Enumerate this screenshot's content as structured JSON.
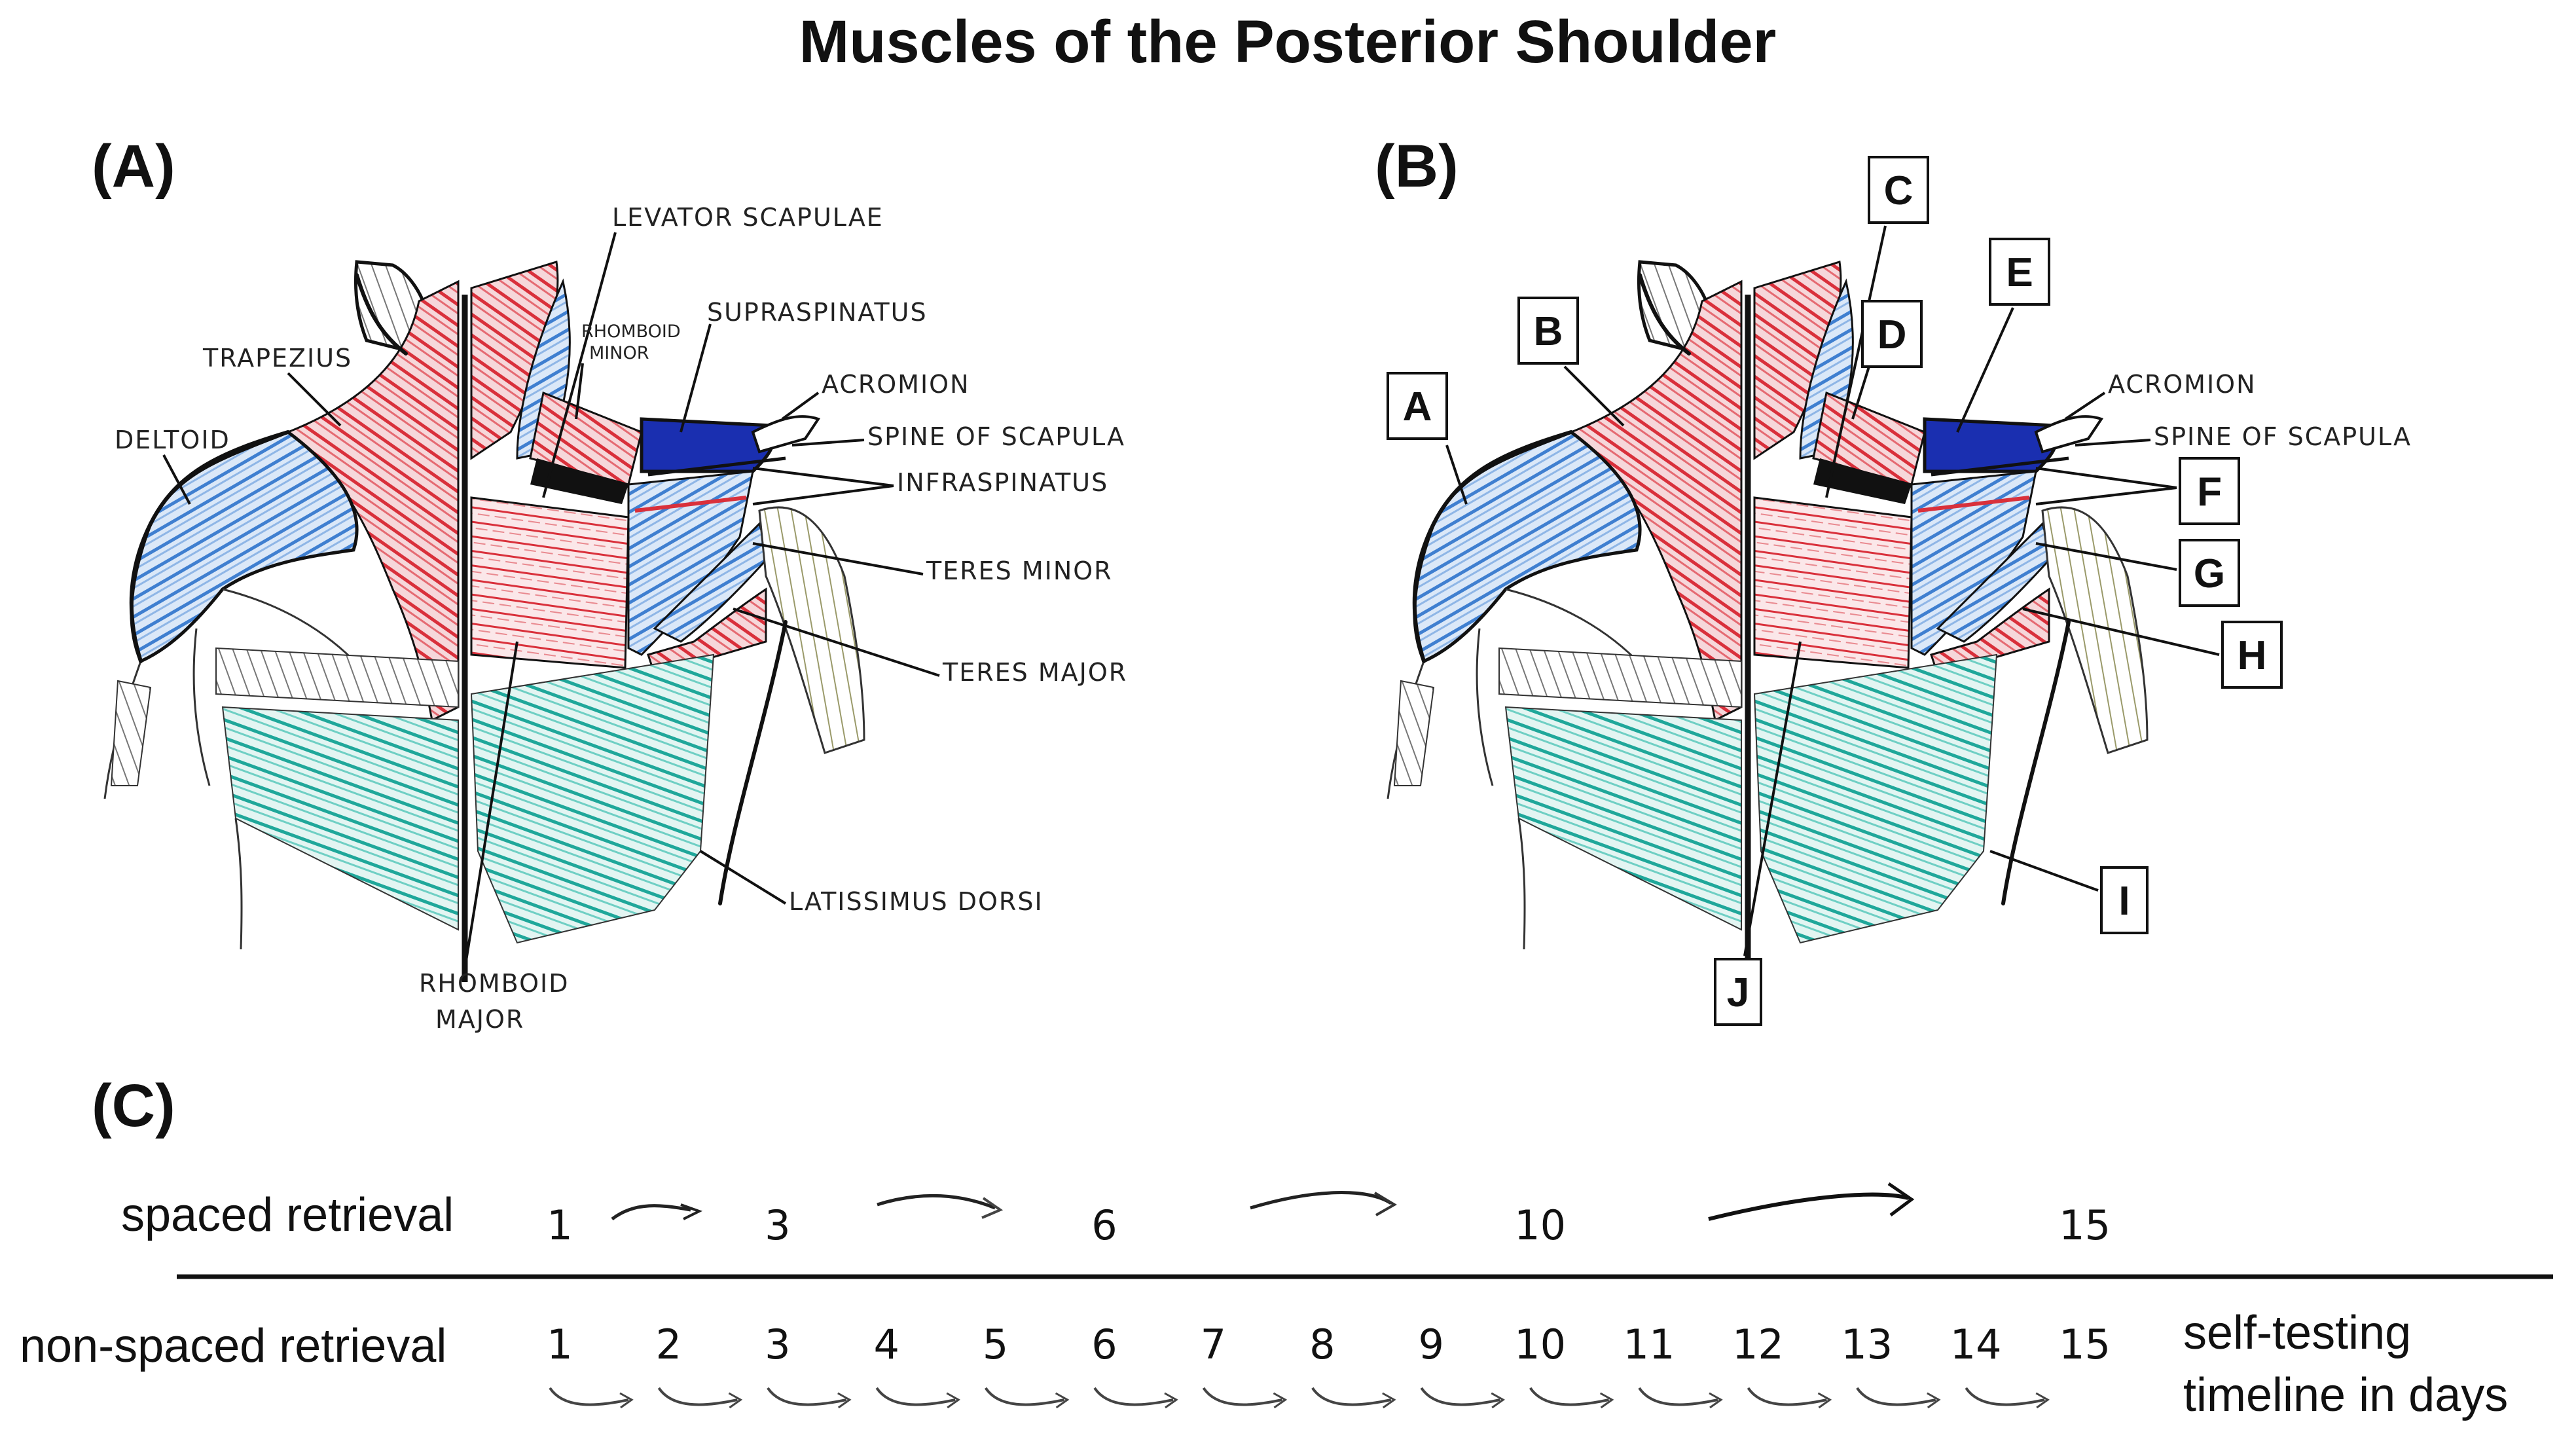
{
  "title": "Muscles of the Posterior Shoulder",
  "panels": {
    "a": "(A)",
    "b": "(B)",
    "c": "(C)"
  },
  "panel_a_labels": {
    "levator_scapulae": "LEVATOR SCAPULAE",
    "supraspinatus": "SUPRASPINATUS",
    "rhomboid_minor_1": "RHOMBOID",
    "rhomboid_minor_2": "MINOR",
    "trapezius": "TRAPEZIUS",
    "acromion": "ACROMION",
    "spine_of_scapula": "SPINE OF SCAPULA",
    "deltoid": "DELTOID",
    "infraspinatus": "INFRASPINATUS",
    "teres_minor": "TERES MINOR",
    "teres_major": "TERES MAJOR",
    "latissimus_dorsi": "LATISSIMUS DORSI",
    "rhomboid_major_1": "RHOMBOID",
    "rhomboid_major_2": "MAJOR"
  },
  "panel_b_labels": {
    "acromion": "ACROMION",
    "spine_of_scapula": "SPINE OF SCAPULA",
    "boxes": [
      "A",
      "B",
      "C",
      "D",
      "E",
      "F",
      "G",
      "H",
      "I",
      "J"
    ]
  },
  "timeline": {
    "spaced_label": "spaced retrieval",
    "spaced_days": [
      "1",
      "3",
      "6",
      "10",
      "15"
    ],
    "non_spaced_label": "non-spaced retrieval",
    "non_spaced_days": [
      "1",
      "2",
      "3",
      "4",
      "5",
      "6",
      "7",
      "8",
      "9",
      "10",
      "11",
      "12",
      "13",
      "14",
      "15"
    ],
    "axis_label_1": "self-testing",
    "axis_label_2": "timeline in days"
  },
  "colors": {
    "trapezius_red": "#d9303b",
    "deltoid_blue": "#3f7fd0",
    "supraspinatus_navy": "#1a2fb0",
    "latissimus_teal": "#1fa79a",
    "outline": "#111111"
  }
}
